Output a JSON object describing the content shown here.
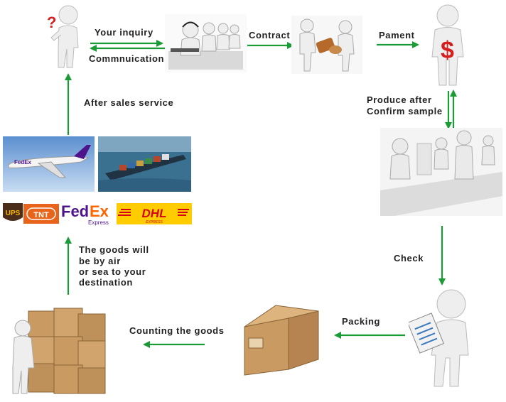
{
  "steps": {
    "inquiry": "Your inquiry",
    "communication": "Commnuication",
    "contract": "Contract",
    "payment": "Pament",
    "produce": [
      "Produce after",
      "Confirm sample"
    ],
    "check": "Check",
    "packing": "Packing",
    "counting": "Counting the goods",
    "shipping": [
      "The goods will",
      "be by air",
      "or sea to your",
      "destination"
    ],
    "after_sales": "After sales service"
  },
  "carriers": {
    "ups": "UPS",
    "tnt": "TNT",
    "fedex_fed": "Fed",
    "fedex_ex": "Ex",
    "fedex_sub": "Express",
    "dhl": "DHL",
    "dhl_sub": "EXPRESS",
    "plane_brand": "FedEx"
  },
  "colors": {
    "arrow": "#1a9b36",
    "figure": "#ececec",
    "box": "#c8a06c",
    "tnt": "#e8641b",
    "fedex_purple": "#4d148c",
    "fedex_orange": "#ff6600",
    "dhl_yellow": "#ffcc00",
    "dhl_red": "#d40511",
    "ups_brown": "#4b2e1a"
  }
}
